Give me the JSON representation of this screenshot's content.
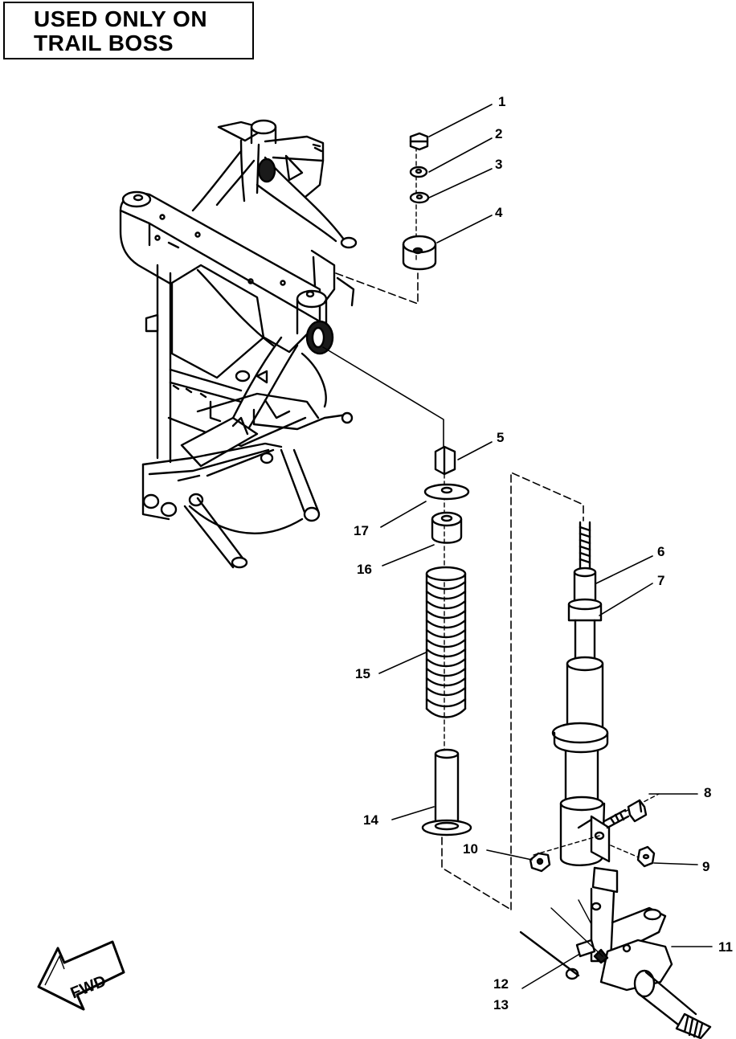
{
  "note_box": {
    "line1": "USED ONLY ON",
    "line2": "TRAIL BOSS"
  },
  "fwd_arrow": {
    "label": "FWD",
    "icon": "fwd-arrow-icon"
  },
  "callouts": [
    "1",
    "2",
    "3",
    "4",
    "5",
    "6",
    "7",
    "8",
    "9",
    "10",
    "11",
    "12",
    "13",
    "14",
    "15",
    "16",
    "17"
  ],
  "colors": {
    "ink": "#000000",
    "paper": "#ffffff",
    "frame_shade": "#1a1a1a"
  }
}
